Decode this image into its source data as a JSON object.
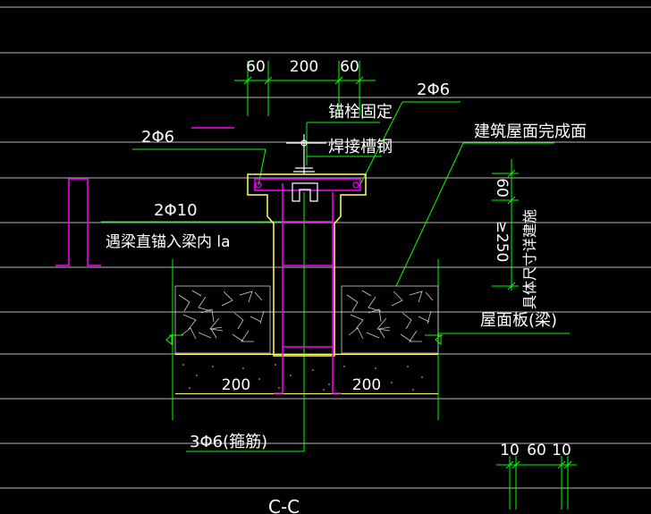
{
  "colors": {
    "background": "#000000",
    "gridline": "#b9b9b9",
    "dimension": "#00ff00",
    "rebar": "#ff00ff",
    "concrete_outline": "#ffff66",
    "leader": "#00ff00",
    "text": "#ffffff",
    "hatch": "#cfcfcf"
  },
  "labels": {
    "dim_top_left": "60",
    "dim_top_mid": "200",
    "dim_top_right": "60",
    "anchor_bolt": "锚栓固定",
    "weld_channel": "焊接槽钢",
    "rebar_2phi6_right": "2Φ6",
    "rebar_2phi6_left": "2Φ6",
    "roof_finish": "建筑屋面完成面",
    "rebar_2phi10": "2Φ10",
    "anchor_note": "遇梁直锚入梁内 la",
    "dim_60_vert": "60",
    "dim_250_vert": "≥250",
    "vert_note": "具体尺寸详建施",
    "roof_slab": "屋面板(梁)",
    "dim_bottom_left": "200",
    "dim_bottom_right": "200",
    "stirrup": "3Φ6(箍筋)",
    "dim_br_1": "10",
    "dim_br_2": "60",
    "dim_br_3": "10",
    "section_title": "C-C"
  }
}
